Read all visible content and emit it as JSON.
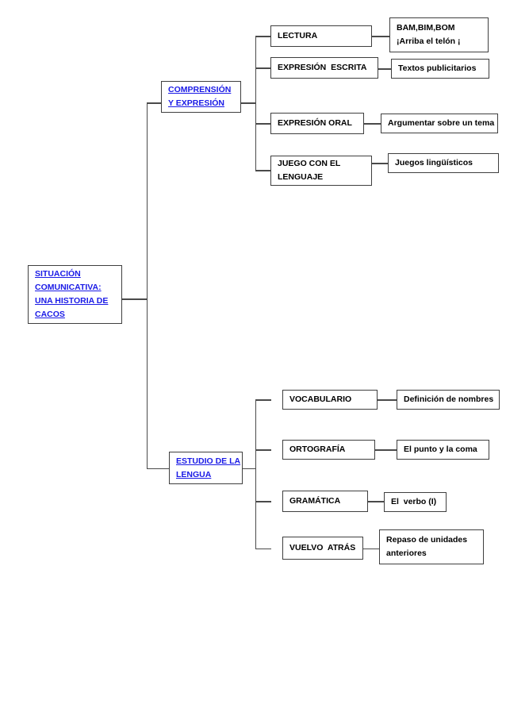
{
  "diagram": {
    "title": "SITUACIÓN COMUNICATIVA: UNA HISTORIA DE CACOS",
    "type": "tree-map",
    "colors": {
      "link_text": "#1a1ae6",
      "node_text": "#000000",
      "border": "#3f3f3f",
      "connector": "#4a4a4a",
      "background": "#ffffff"
    },
    "root": {
      "lines": [
        "SITUACIÓN",
        "COMUNICATIVA:",
        "UNA HISTORIA DE",
        "CACOS"
      ]
    },
    "branches": [
      {
        "lines": [
          "COMPRENSIÓN",
          "Y EXPRESIÓN"
        ],
        "children": [
          {
            "lines": [
              "LECTURA"
            ],
            "detail": {
              "lines": [
                "BAM,BIM,BOM",
                "¡Arriba el telón ¡"
              ]
            }
          },
          {
            "lines": [
              "EXPRESIÓN  ESCRITA"
            ],
            "detail": {
              "lines": [
                "Textos publicitarios"
              ]
            }
          },
          {
            "lines": [
              "EXPRESIÓN ORAL"
            ],
            "detail": {
              "lines": [
                "Argumentar sobre un tema"
              ]
            }
          },
          {
            "lines": [
              "JUEGO CON EL",
              "LENGUAJE"
            ],
            "detail": {
              "lines": [
                "Juegos lingüísticos"
              ]
            }
          }
        ]
      },
      {
        "lines": [
          "ESTUDIO DE LA",
          "LENGUA"
        ],
        "children": [
          {
            "lines": [
              "VOCABULARIO"
            ],
            "detail": {
              "lines": [
                "Definición de nombres"
              ]
            }
          },
          {
            "lines": [
              "ORTOGRAFÍA"
            ],
            "detail": {
              "lines": [
                "El punto y la coma"
              ]
            }
          },
          {
            "lines": [
              "GRAMÁTICA"
            ],
            "detail": {
              "lines": [
                "El  verbo (I)"
              ]
            }
          },
          {
            "lines": [
              "VUELVO  ATRÁS"
            ],
            "detail": {
              "lines": [
                "Repaso de unidades",
                "anteriores"
              ]
            }
          }
        ]
      }
    ]
  }
}
